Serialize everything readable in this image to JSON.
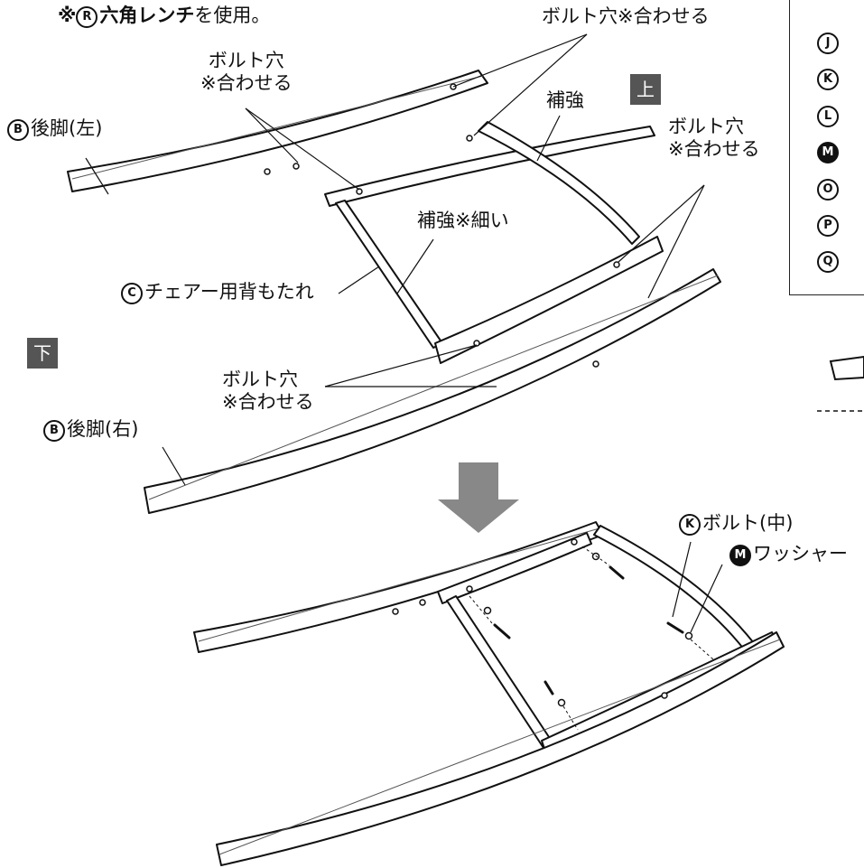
{
  "header": {
    "note_prefix": "※",
    "note_letter": "R",
    "note_tool": "六角レンチ",
    "note_suffix": "を使用。"
  },
  "tags": {
    "top": "上",
    "bottom": "下"
  },
  "labels": {
    "bolt_hole_match_top": "ボルト穴※合わせる",
    "bolt_hole_left_line1": "ボルト穴",
    "bolt_hole_left_line2": "※合わせる",
    "rear_leg_left_letter": "B",
    "rear_leg_left": "後脚(左)",
    "reinforce": "補強",
    "bolt_hole_right_line1": "ボルト穴",
    "bolt_hole_right_line2": "※合わせる",
    "reinforce_thin": "補強※細い",
    "backrest_letter": "C",
    "backrest": "チェアー用背もたれ",
    "bolt_hole_bottom_line1": "ボルト穴",
    "bolt_hole_bottom_line2": "※合わせる",
    "rear_leg_right_letter": "B",
    "rear_leg_right": "後脚(右)",
    "bolt_mid_letter": "K",
    "bolt_mid": "ボルト(中)",
    "washer_letter": "M",
    "washer": "ワッシャー"
  },
  "legend": {
    "items": [
      {
        "letter": "J",
        "text": ""
      },
      {
        "letter": "K",
        "text": ""
      },
      {
        "letter": "L",
        "text": ""
      },
      {
        "letter": "M",
        "text": ""
      },
      {
        "letter": "O",
        "text": ""
      },
      {
        "letter": "P",
        "text": ""
      },
      {
        "letter": "Q",
        "text": ""
      }
    ]
  }
}
